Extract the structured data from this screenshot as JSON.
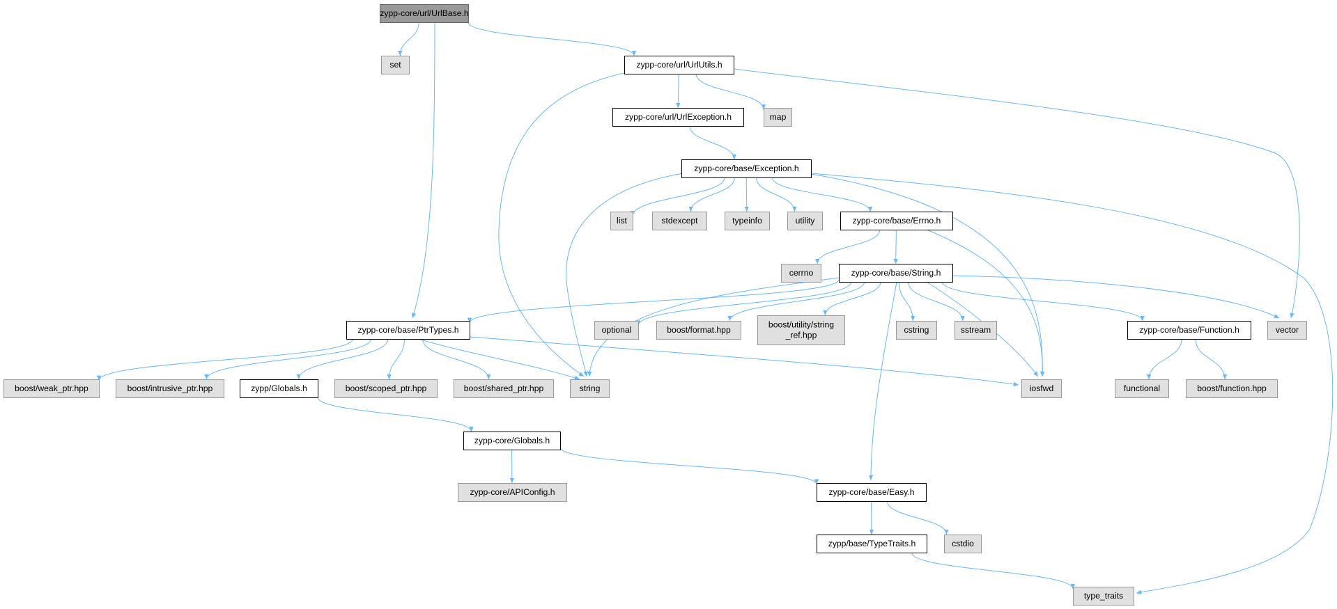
{
  "colors": {
    "edge": "#63b8ff",
    "root_fill": "#999999",
    "root_stroke": "#666666",
    "documented_fill": "#ffffff",
    "documented_stroke": "#000000",
    "external_fill": "#e0e0e0",
    "external_stroke": "#999999"
  },
  "nodes": [
    {
      "id": "urlbase",
      "lines": [
        "zypp-core/url/UrlBase.h"
      ],
      "kind": "root"
    },
    {
      "id": "set",
      "lines": [
        "set"
      ],
      "kind": "external"
    },
    {
      "id": "urlutils",
      "lines": [
        "zypp-core/url/UrlUtils.h"
      ],
      "kind": "documented"
    },
    {
      "id": "urlexception",
      "lines": [
        "zypp-core/url/UrlException.h"
      ],
      "kind": "documented"
    },
    {
      "id": "map",
      "lines": [
        "map"
      ],
      "kind": "external"
    },
    {
      "id": "exception",
      "lines": [
        "zypp-core/base/Exception.h"
      ],
      "kind": "documented"
    },
    {
      "id": "list",
      "lines": [
        "list"
      ],
      "kind": "external"
    },
    {
      "id": "stdexcept",
      "lines": [
        "stdexcept"
      ],
      "kind": "external"
    },
    {
      "id": "typeinfo",
      "lines": [
        "typeinfo"
      ],
      "kind": "external"
    },
    {
      "id": "utility",
      "lines": [
        "utility"
      ],
      "kind": "external"
    },
    {
      "id": "errno",
      "lines": [
        "zypp-core/base/Errno.h"
      ],
      "kind": "documented"
    },
    {
      "id": "cerrno",
      "lines": [
        "cerrno"
      ],
      "kind": "external"
    },
    {
      "id": "string_h",
      "lines": [
        "zypp-core/base/String.h"
      ],
      "kind": "documented"
    },
    {
      "id": "ptrtypes",
      "lines": [
        "zypp-core/base/PtrTypes.h"
      ],
      "kind": "documented"
    },
    {
      "id": "optional",
      "lines": [
        "optional"
      ],
      "kind": "external"
    },
    {
      "id": "bformat",
      "lines": [
        "boost/format.hpp"
      ],
      "kind": "external"
    },
    {
      "id": "bstringref",
      "lines": [
        "boost/utility/string",
        "_ref.hpp"
      ],
      "kind": "external"
    },
    {
      "id": "cstring",
      "lines": [
        "cstring"
      ],
      "kind": "external"
    },
    {
      "id": "sstream",
      "lines": [
        "sstream"
      ],
      "kind": "external"
    },
    {
      "id": "function_h",
      "lines": [
        "zypp-core/base/Function.h"
      ],
      "kind": "documented"
    },
    {
      "id": "vector",
      "lines": [
        "vector"
      ],
      "kind": "external"
    },
    {
      "id": "bweak",
      "lines": [
        "boost/weak_ptr.hpp"
      ],
      "kind": "external"
    },
    {
      "id": "bintrusive",
      "lines": [
        "boost/intrusive_ptr.hpp"
      ],
      "kind": "external"
    },
    {
      "id": "zglobals",
      "lines": [
        "zypp/Globals.h"
      ],
      "kind": "documented"
    },
    {
      "id": "bscoped",
      "lines": [
        "boost/scoped_ptr.hpp"
      ],
      "kind": "external"
    },
    {
      "id": "bshared",
      "lines": [
        "boost/shared_ptr.hpp"
      ],
      "kind": "external"
    },
    {
      "id": "string",
      "lines": [
        "string"
      ],
      "kind": "external"
    },
    {
      "id": "iosfwd",
      "lines": [
        "iosfwd"
      ],
      "kind": "external"
    },
    {
      "id": "functional",
      "lines": [
        "functional"
      ],
      "kind": "external"
    },
    {
      "id": "bfunction",
      "lines": [
        "boost/function.hpp"
      ],
      "kind": "external"
    },
    {
      "id": "zcglobals",
      "lines": [
        "zypp-core/Globals.h"
      ],
      "kind": "documented"
    },
    {
      "id": "apiconfig",
      "lines": [
        "zypp-core/APIConfig.h"
      ],
      "kind": "external"
    },
    {
      "id": "easy",
      "lines": [
        "zypp-core/base/Easy.h"
      ],
      "kind": "documented"
    },
    {
      "id": "typetraits_h",
      "lines": [
        "zypp/base/TypeTraits.h"
      ],
      "kind": "documented"
    },
    {
      "id": "cstdio",
      "lines": [
        "cstdio"
      ],
      "kind": "external"
    },
    {
      "id": "type_traits",
      "lines": [
        "type_traits"
      ],
      "kind": "external"
    }
  ],
  "edges": [
    [
      "urlbase",
      "set"
    ],
    [
      "urlbase",
      "urlutils"
    ],
    [
      "urlbase",
      "ptrtypes"
    ],
    [
      "urlutils",
      "urlexception"
    ],
    [
      "urlutils",
      "map"
    ],
    [
      "urlutils",
      "string"
    ],
    [
      "urlutils",
      "vector"
    ],
    [
      "urlexception",
      "exception"
    ],
    [
      "exception",
      "list"
    ],
    [
      "exception",
      "stdexcept"
    ],
    [
      "exception",
      "typeinfo"
    ],
    [
      "exception",
      "utility"
    ],
    [
      "exception",
      "errno"
    ],
    [
      "exception",
      "string"
    ],
    [
      "exception",
      "iosfwd"
    ],
    [
      "exception",
      "type_traits"
    ],
    [
      "errno",
      "cerrno"
    ],
    [
      "errno",
      "string_h"
    ],
    [
      "errno",
      "iosfwd"
    ],
    [
      "string_h",
      "ptrtypes"
    ],
    [
      "string_h",
      "optional"
    ],
    [
      "string_h",
      "bformat"
    ],
    [
      "string_h",
      "bstringref"
    ],
    [
      "string_h",
      "cstring"
    ],
    [
      "string_h",
      "sstream"
    ],
    [
      "string_h",
      "function_h"
    ],
    [
      "string_h",
      "vector"
    ],
    [
      "string_h",
      "string"
    ],
    [
      "string_h",
      "iosfwd"
    ],
    [
      "string_h",
      "easy"
    ],
    [
      "ptrtypes",
      "bweak"
    ],
    [
      "ptrtypes",
      "bintrusive"
    ],
    [
      "ptrtypes",
      "zglobals"
    ],
    [
      "ptrtypes",
      "bscoped"
    ],
    [
      "ptrtypes",
      "bshared"
    ],
    [
      "ptrtypes",
      "string"
    ],
    [
      "ptrtypes",
      "iosfwd"
    ],
    [
      "function_h",
      "functional"
    ],
    [
      "function_h",
      "bfunction"
    ],
    [
      "zglobals",
      "zcglobals"
    ],
    [
      "zcglobals",
      "apiconfig"
    ],
    [
      "zcglobals",
      "easy"
    ],
    [
      "easy",
      "typetraits_h"
    ],
    [
      "easy",
      "cstdio"
    ],
    [
      "typetraits_h",
      "type_traits"
    ]
  ]
}
